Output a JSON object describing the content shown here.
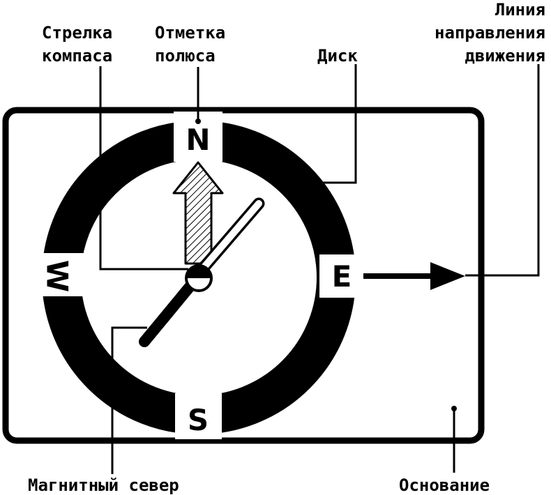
{
  "labels": {
    "needle_line1": "Стрелка",
    "needle_line2": "компаса",
    "pole_mark_line1": "Отметка",
    "pole_mark_line2": "полюса",
    "disk": "Диск",
    "direction_line1": "Линия",
    "direction_line2": "направления",
    "direction_line3": "движения",
    "magnetic_north": "Магнитный север",
    "base": "Основание"
  },
  "cardinal": {
    "north": "N",
    "south": "S",
    "east": "E",
    "west": "W"
  }
}
